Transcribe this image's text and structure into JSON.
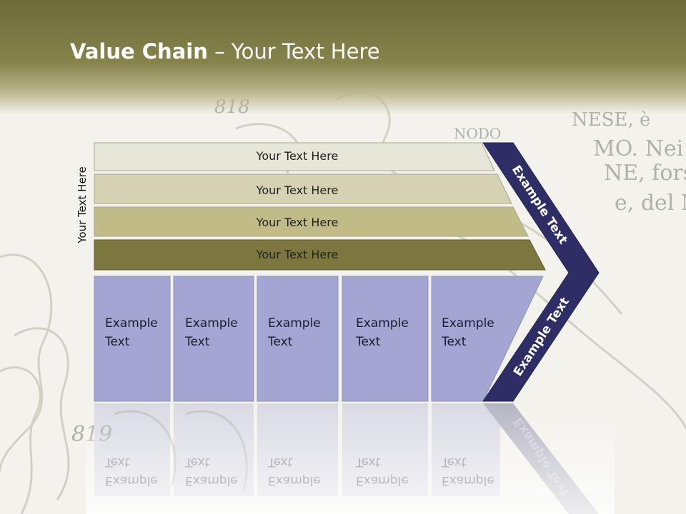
{
  "slide": {
    "title_bold": "Value Chain",
    "title_rest": " – Your Text Here",
    "side_label": "Your Text Here"
  },
  "bars": [
    {
      "label": "Your Text Here",
      "color": "#e7e6d9"
    },
    {
      "label": "Your Text Here",
      "color": "#d5d2b4"
    },
    {
      "label": "Your Text Here",
      "color": "#c1bb88"
    },
    {
      "label": "Your Text Here",
      "color": "#7d773f"
    }
  ],
  "boxes": [
    {
      "line1": "Example",
      "line2": "Text"
    },
    {
      "line1": "Example",
      "line2": "Text"
    },
    {
      "line1": "Example",
      "line2": "Text"
    },
    {
      "line1": "Example",
      "line2": "Text"
    },
    {
      "line1": "Example",
      "line2": "Text"
    }
  ],
  "chevron": {
    "upper_label": "Example Text",
    "lower_label": "Example Text",
    "color": "#2e2d66"
  },
  "colors": {
    "header": "#7a7644",
    "box_fill": "#a3a6d2",
    "box_stroke": "#8c8fbf"
  },
  "background_text": {
    "line1": "NODO",
    "line2": "NESE, è",
    "line3": "MO. Nei",
    "line4": "NE, fors",
    "line5": "e, del N",
    "number1": "818",
    "number2": "819"
  }
}
